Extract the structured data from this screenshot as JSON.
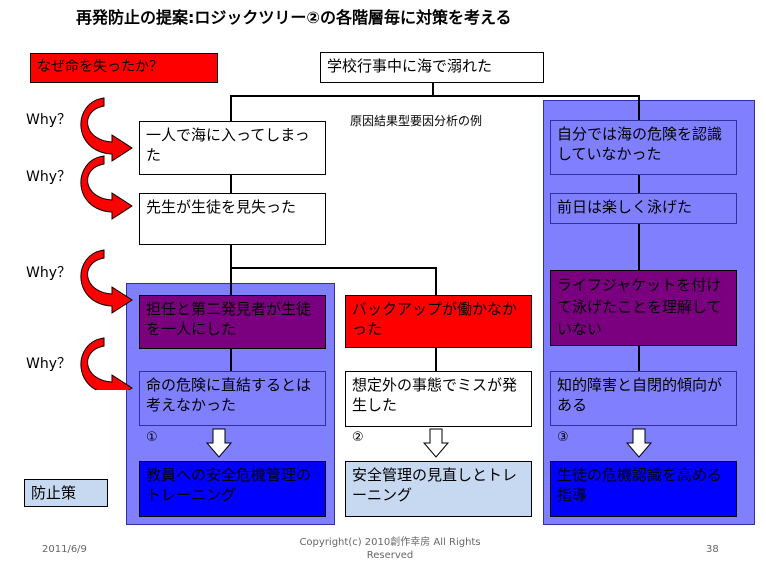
{
  "title": "再発防止の提案:ロジックツリー②の各階層毎に対策を考える",
  "question_label": "なぜ命を失ったか？",
  "root": "学校行事中に海で溺れた",
  "diagram_label": "原因結果型要因分析の例",
  "why_labels": [
    "Why？",
    "Why？",
    "Why？",
    "Why？"
  ],
  "prevention_label": "防止策",
  "left_chain": [
    "一人で海に入ってしまった",
    "先生が生徒を見失った"
  ],
  "branch1": {
    "cause": "担任と第二発見者が生徒を一人にした",
    "root_cause": "命の危険に直結するとは考えなかった",
    "number": "①",
    "measure": "教員への安全危機管理のトレーニング"
  },
  "branch2": {
    "cause": "バックアップが働かなかった",
    "root_cause": "想定外の事態でミスが発生した",
    "number": "②",
    "measure": "安全管理の見直しとトレーニング"
  },
  "branch3": {
    "items": [
      "自分では海の危険を認識していなかった",
      "前日は楽しく泳げた",
      "ライフジャケットを付けて泳げたことを理解していない",
      "知的障害と自閉的傾向がある"
    ],
    "number": "③",
    "measure": "生徒の危機認識を高める指導"
  },
  "footer": {
    "date": "2011/6/9",
    "copyright": "Copyright(c)  2010創作幸房 All Rights Reserved",
    "page": "38"
  },
  "colors": {
    "red": "#ff0000",
    "purple": "#7b0080",
    "blue": "#0000ff",
    "panel": "#8080ff",
    "light_blue": "#c6d9f1"
  }
}
